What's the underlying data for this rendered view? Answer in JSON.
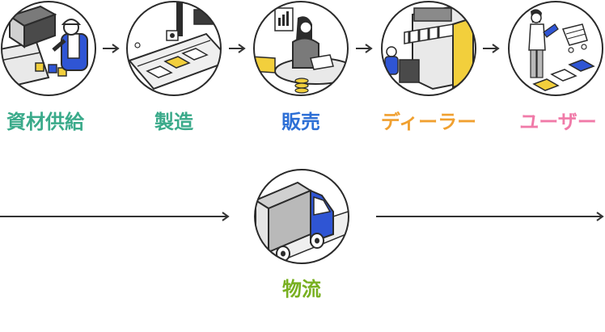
{
  "stages": [
    {
      "label": "資材供給",
      "color": "#3aaa8a"
    },
    {
      "label": "製造",
      "color": "#3aaa8a"
    },
    {
      "label": "販売",
      "color": "#2d6fd6"
    },
    {
      "label": "ディーラー",
      "color": "#f0a030"
    },
    {
      "label": "ユーザー",
      "color": "#f07aa8"
    }
  ],
  "logistics": {
    "label": "物流",
    "color": "#78b020"
  },
  "colors": {
    "outline": "#2b2b2b",
    "arrow": "#333333",
    "yellow": "#f2cf3c",
    "blue": "#2f55d4",
    "gray": "#b9b9b9",
    "dark_gray": "#8a8a8a",
    "light_gray": "#efefef"
  }
}
